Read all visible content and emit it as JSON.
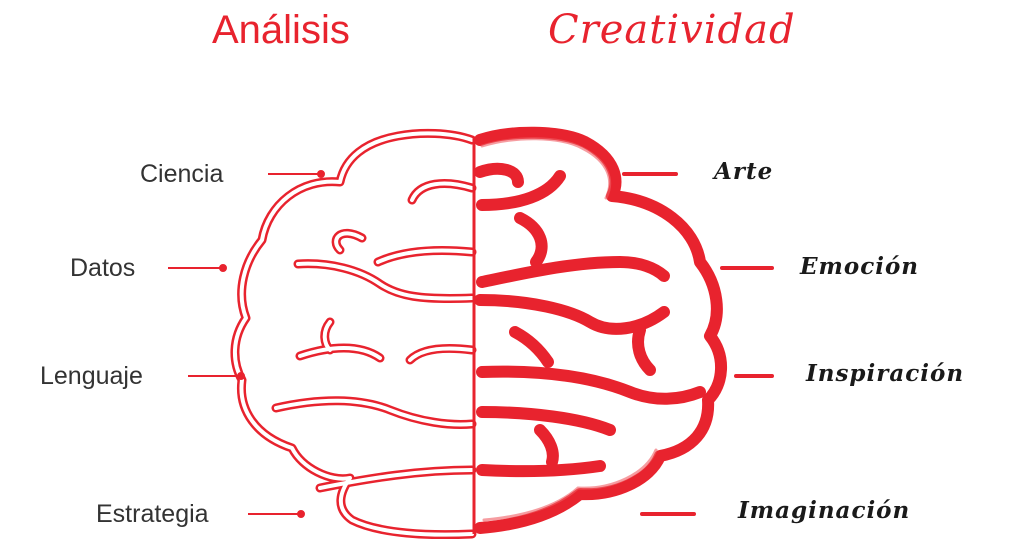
{
  "titles": {
    "left": "Análisis",
    "right": "Creatividad"
  },
  "left_labels": [
    "Ciencia",
    "Datos",
    "Lenguaje",
    "Estrategia"
  ],
  "right_labels": [
    "Arte",
    "Emoción",
    "Inspiración",
    "Imaginación"
  ],
  "colors": {
    "accent": "#e8232e",
    "left_text": "#333333",
    "right_text": "#1a1a1a"
  }
}
